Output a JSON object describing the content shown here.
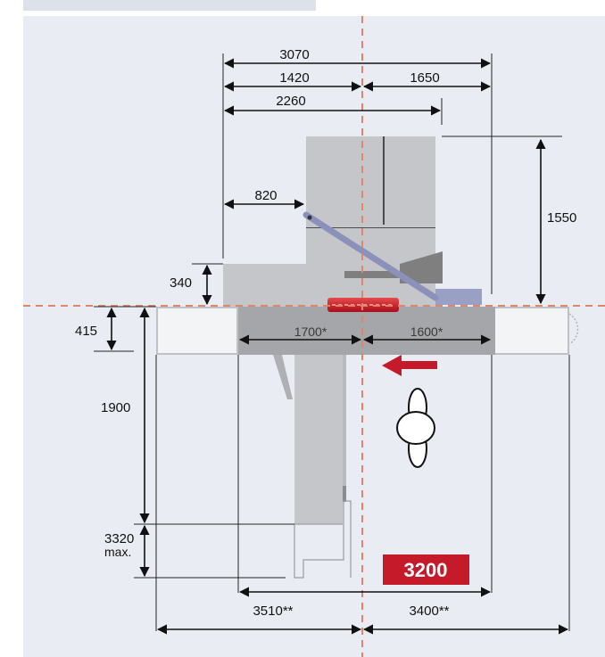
{
  "dimensions": {
    "top_total": "3070",
    "top_left": "1420",
    "top_right": "1650",
    "top_mid": "2260",
    "arm_reach": "820",
    "table_height_right": "1550",
    "left_offset": "340",
    "rail_offset": "415",
    "carriage_length": "1900",
    "extension_value": "3320",
    "extension_note": "max.",
    "inner_left": "1700*",
    "inner_right": "1600*",
    "bottom_left": "3510**",
    "bottom_right": "3400**"
  },
  "badge": {
    "label": "3200",
    "color": "#c41a2a"
  },
  "colors": {
    "panel": "#e9edf3",
    "machine": "#c4c6c9",
    "arm": "#8a92bb",
    "centerline": "#e0846a",
    "accent_red": "#c41a2a"
  }
}
